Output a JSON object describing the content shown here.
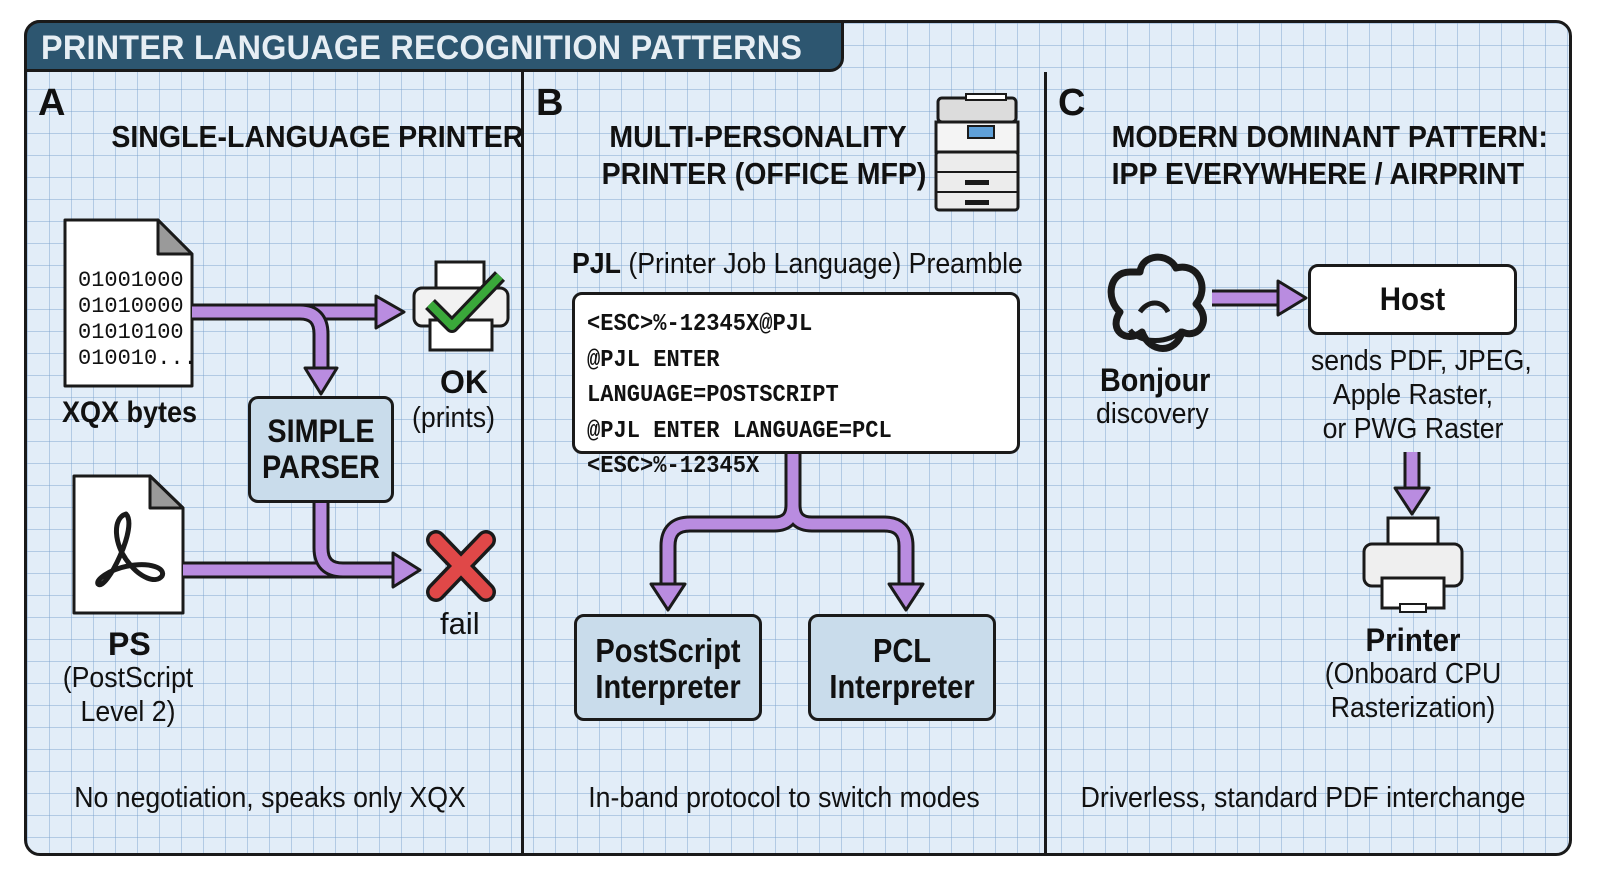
{
  "title": "PRINTER LANGUAGE RECOGNITION PATTERNS",
  "panel_a": {
    "letter": "A",
    "heading": "SINGLE-LANGUAGE PRINTER",
    "binary_lines": [
      "01001000",
      "01010000",
      "01010100",
      "010010..."
    ],
    "file1_label": "XQX bytes",
    "file2_label": "PS",
    "file2_sub1": "(PostScript",
    "file2_sub2": "Level 2)",
    "parser_line1": "SIMPLE",
    "parser_line2": "PARSER",
    "ok_label": "OK",
    "ok_sub": "(prints)",
    "fail_label": "fail",
    "footer": "No negotiation, speaks only XQX"
  },
  "panel_b": {
    "letter": "B",
    "heading_line1": "MULTI-PERSONALITY",
    "heading_line2": "PRINTER (OFFICE MFP)",
    "pjl_bold": "PJL",
    "pjl_rest": "(Printer Job Language) Preamble",
    "code_lines": [
      "<ESC>%-12345X@PJL",
      "@PJL ENTER LANGUAGE=POSTSCRIPT",
      "@PJL ENTER LANGUAGE=PCL",
      "<ESC>%-12345X"
    ],
    "interp1_line1": "PostScript",
    "interp1_line2": "Interpreter",
    "interp2_line1": "PCL",
    "interp2_line2": "Interpreter",
    "footer": "In-band protocol to switch modes"
  },
  "panel_c": {
    "letter": "C",
    "heading_line1": "MODERN DOMINANT PATTERN:",
    "heading_line2": "IPP EVERYWHERE / AIRPRINT",
    "bonjour_label": "Bonjour",
    "bonjour_sub": "discovery",
    "host_label": "Host",
    "sends_lines": [
      "sends PDF, JPEG,",
      "Apple Raster,",
      "or PWG Raster"
    ],
    "printer_label": "Printer",
    "printer_sub1": "(Onboard CPU",
    "printer_sub2": "Rasterization)",
    "footer": "Driverless, standard PDF interchange"
  },
  "colors": {
    "title_bar": "#2d5670",
    "background": "#e2edf8",
    "arrow": "#b98ce0",
    "box_fill": "#c9dceb",
    "check": "#3aa83a",
    "cross": "#e04848"
  }
}
